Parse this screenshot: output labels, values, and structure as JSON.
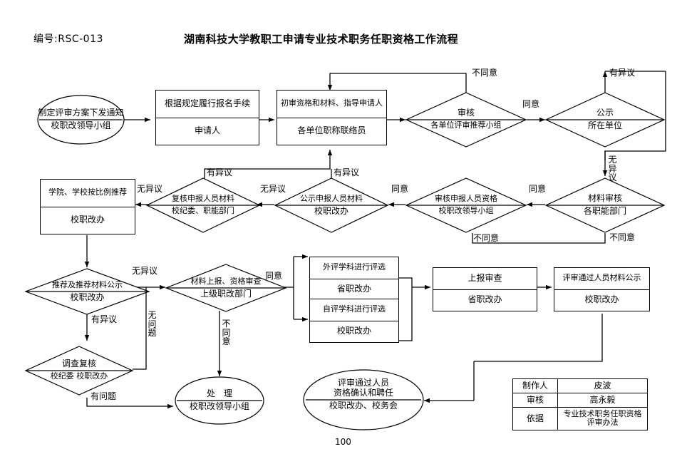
{
  "header": {
    "doc_number": "编号:RSC-013",
    "title": "湖南科技大学教职工申请专业技术职务任职资格工作流程",
    "page_number": "100"
  },
  "nodes": {
    "n1": {
      "shape": "ellipse",
      "line1": "制定评审方案下发通知",
      "line2": "校职改领导小组"
    },
    "n2": {
      "shape": "box",
      "line1": "根据规定履行报名手续",
      "line2": "申请人"
    },
    "n3": {
      "shape": "box",
      "line1": "初审资格和材料、指导申请人",
      "line2": "各单位职称联络员"
    },
    "n4": {
      "shape": "diamond",
      "line1": "审核",
      "line2": "各单位评审推荐小组"
    },
    "n5": {
      "shape": "diamond",
      "line1": "公示",
      "line2": "所在单位"
    },
    "n6": {
      "shape": "diamond",
      "line1": "材料审核",
      "line2": "各职能部门"
    },
    "n7": {
      "shape": "diamond",
      "line1": "审核申报人员资格",
      "line2": "校职改领导小组"
    },
    "n8": {
      "shape": "diamond",
      "line1": "公示申报人员材料",
      "line2": "校职改办"
    },
    "n9": {
      "shape": "diamond",
      "line1": "复核申报人员材料",
      "line2": "校纪委、职能部门"
    },
    "n10": {
      "shape": "box",
      "line1": "学院、学校按比例推荐",
      "line2": "校职改办"
    },
    "n11": {
      "shape": "diamond",
      "line1": "推荐及推荐材料公示",
      "line2": "校职改办"
    },
    "n12": {
      "shape": "diamond",
      "line1": "调查复核",
      "line2": "校纪委 校职改办"
    },
    "n13": {
      "shape": "diamond",
      "line1": "材料上报、资格审查",
      "line2": "上级职改部门"
    },
    "n14": {
      "shape": "box",
      "line1": "外评学科进行评选",
      "line2": "省职改办"
    },
    "n15": {
      "shape": "box",
      "line1": "自评学科进行评选",
      "line2": "校职改办"
    },
    "n16": {
      "shape": "box",
      "line1": "上报审查",
      "line2": "省职改办"
    },
    "n17": {
      "shape": "box",
      "line1": "评审通过人员材料公示",
      "line2": "校职改办"
    },
    "n18": {
      "shape": "ellipse",
      "line1": "处　理",
      "line2": "校职改领导小组"
    },
    "n19": {
      "shape": "ellipse",
      "line1": "评审通过人员\n资格确认和聘任",
      "line2": "校职改办、校务会"
    }
  },
  "edge_labels": {
    "e1": "不同意",
    "e2": "同意",
    "e3": "有异议",
    "e4": "无异议",
    "e5": "不同意",
    "e6": "同意",
    "e7": "不同意",
    "e8": "有异议",
    "e9": "同意",
    "e10": "有异议",
    "e11": "无异议",
    "e12": "无异议",
    "e13": "无异议",
    "e14": "有异议",
    "e15": "无问题",
    "e16": "有问题",
    "e17": "同意",
    "e18": "不同意"
  },
  "signature_table": {
    "rows": [
      {
        "key": "制作人",
        "value": "皮波"
      },
      {
        "key": "审核",
        "value": "高永毅"
      },
      {
        "key": "依据",
        "value": "专业技术职务任职资格\n评审办法"
      }
    ]
  },
  "colors": {
    "line": "#000000",
    "background": "#ffffff"
  }
}
